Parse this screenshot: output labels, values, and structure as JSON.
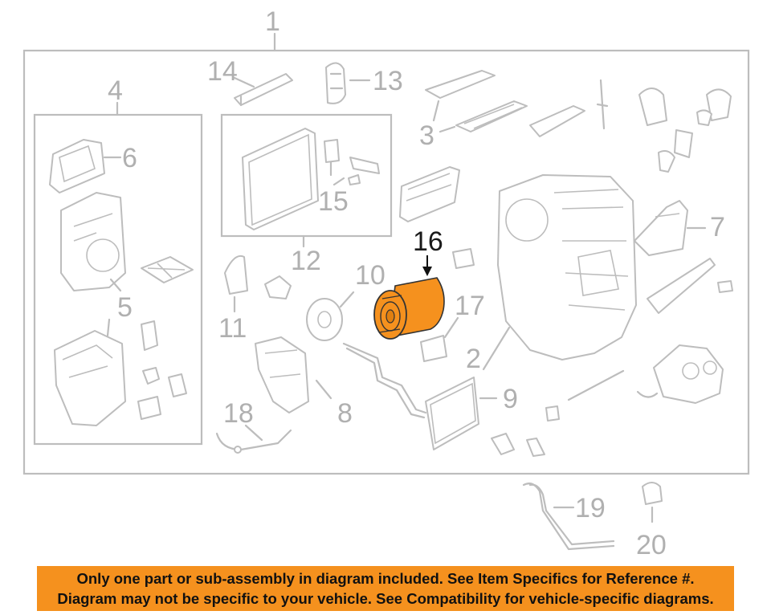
{
  "callouts": {
    "c1": "1",
    "c2": "2",
    "c3": "3",
    "c4": "4",
    "c5": "5",
    "c6": "6",
    "c7": "7",
    "c8": "8",
    "c9": "9",
    "c10": "10",
    "c11": "11",
    "c12": "12",
    "c13": "13",
    "c14": "14",
    "c15": "15",
    "c16": "16",
    "c17": "17",
    "c18": "18",
    "c19": "19",
    "c20": "20"
  },
  "highlight": {
    "part": "16",
    "color": "#f5911e"
  },
  "colors": {
    "lines": "#bdbdbd",
    "labels": "#b0b0b0",
    "banner": "#f5911e"
  },
  "banner": {
    "line1": "Only one part or sub-assembly in diagram included. See Item Specifics for Reference #.",
    "line2": "Diagram may not be specific to your vehicle. See Compatibility for vehicle-specific diagrams."
  }
}
